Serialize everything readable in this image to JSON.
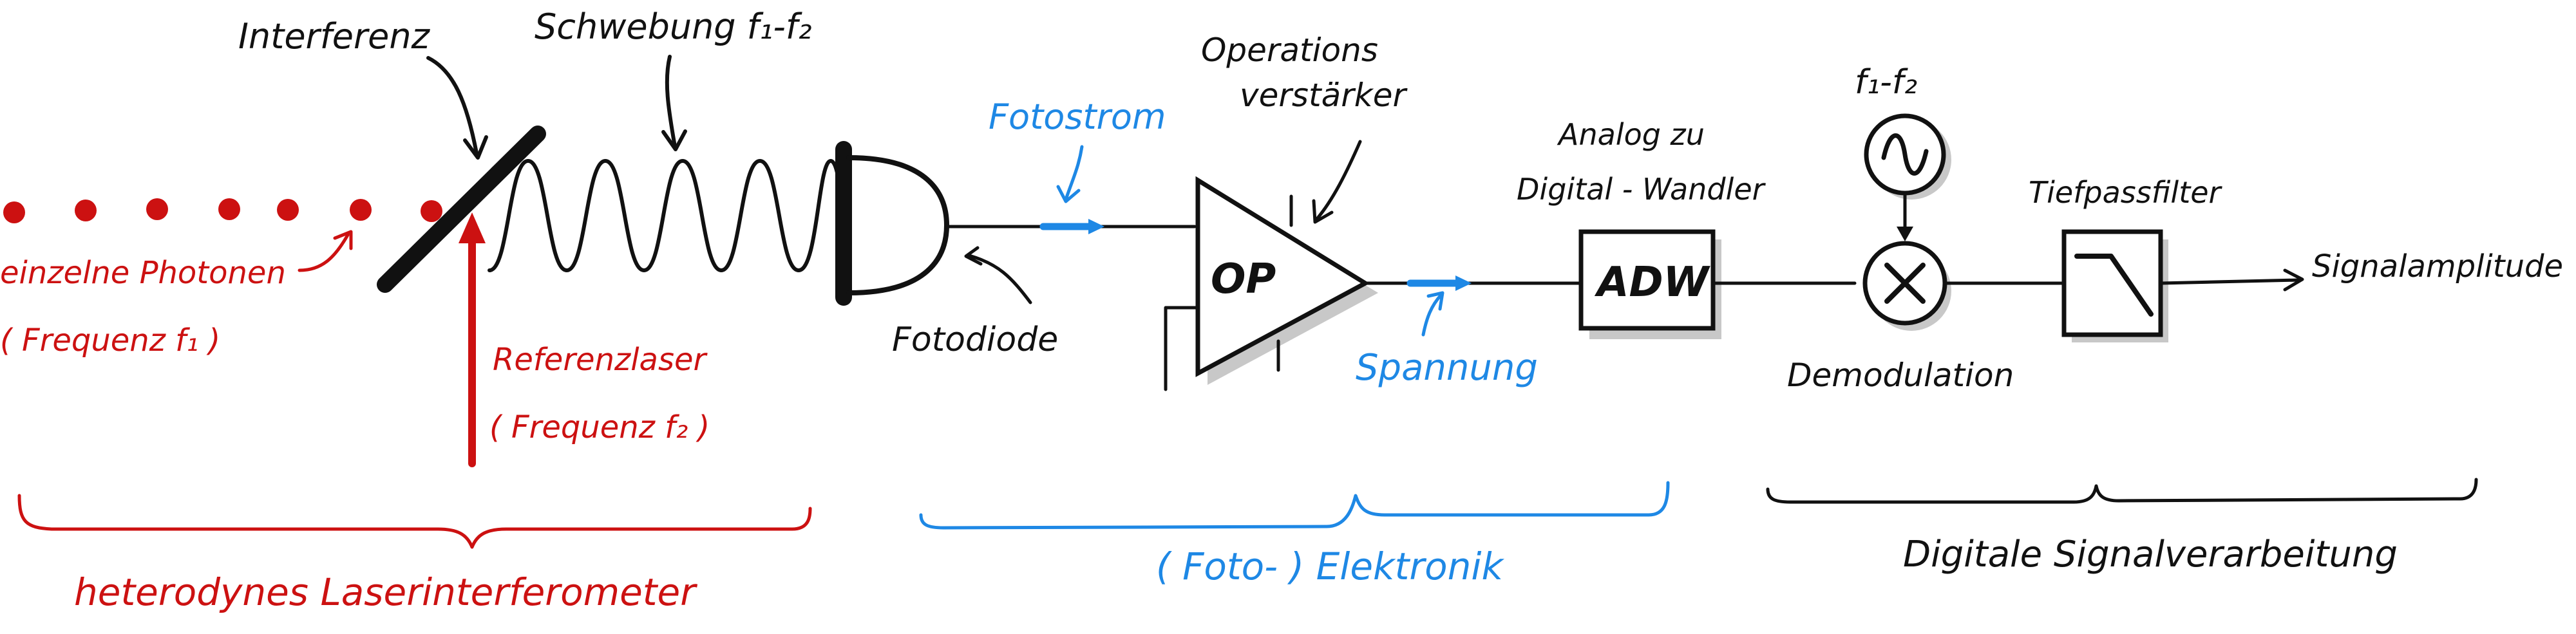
{
  "colors": {
    "ink": "#111111",
    "optics": "#cc1111",
    "electronics": "#1e88e5",
    "shadow": "#c8c8c8"
  },
  "labels": {
    "interferenz": "Interferenz",
    "schwebung": "Schwebung f₁-f₂",
    "einzelne_photonen": "einzelne Photonen",
    "frequenz_f1": "( Frequenz f₁ )",
    "referenzlaser": "Referenzlaser",
    "frequenz_f2": "( Frequenz f₂ )",
    "fotodiode": "Fotodiode",
    "fotostrom": "Fotostrom",
    "operations_line1": "Operations",
    "operations_line2": "verstärker",
    "op": "OP",
    "spannung": "Spannung",
    "adw_line1": "Analog zu",
    "adw_line2": "Digital - Wandler",
    "adw": "ADW",
    "f1_f2": "f₁-f₂",
    "oscillator_symbol": "∿",
    "mixer_symbol": "×",
    "demodulation": "Demodulation",
    "tiefpassfilter": "Tiefpassfilter",
    "signalamplitude": "Signalamplitude"
  },
  "groups": {
    "laser": "heterodynes Laserinterferometer",
    "elektronik": "( Foto- ) Elektronik",
    "digital": "Digitale Signalverarbeitung"
  },
  "icons": {
    "oscillator": "sine-wave-icon",
    "mixer": "multiply-icon",
    "filter": "lowpass-icon"
  }
}
